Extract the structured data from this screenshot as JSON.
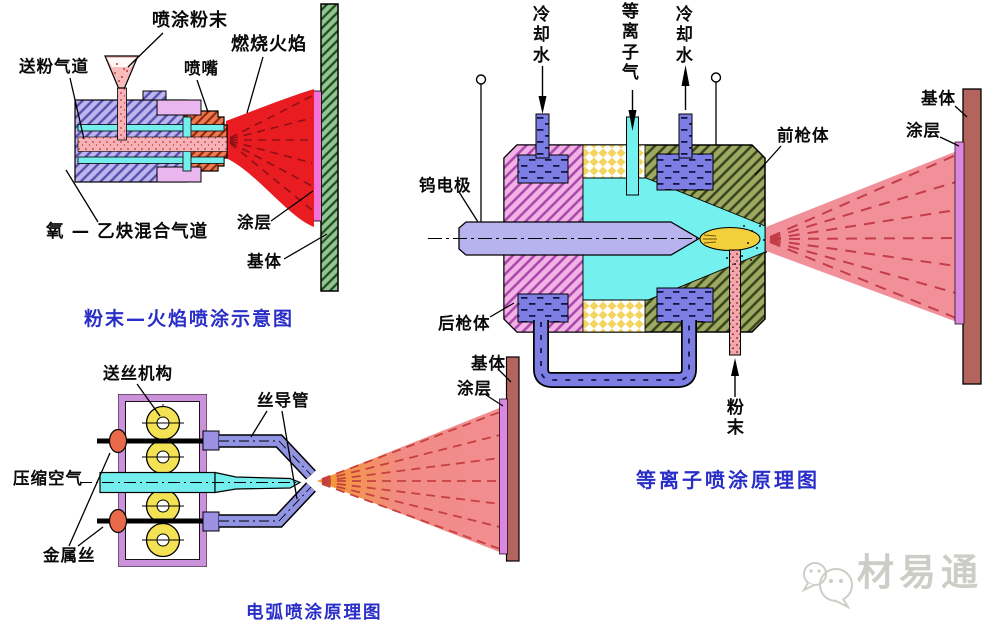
{
  "flame": {
    "title": "粉末—火焰喷涂示意图",
    "labels": {
      "powder": "喷涂粉末",
      "feed_channel": "送粉气道",
      "nozzle": "喷嘴",
      "flame": "燃烧火焰",
      "coating": "涂层",
      "substrate": "基体",
      "gas_channel": "氧 — 乙炔混合气道"
    }
  },
  "plasma": {
    "title": "等离子喷涂原理图",
    "labels": {
      "cooling_water_in": "冷却水",
      "plasma_gas": "等离子气",
      "cooling_water_out": "冷却水",
      "tungsten_electrode": "钨电极",
      "front_gun_body": "前枪体",
      "rear_gun_body": "后枪体",
      "substrate": "基体",
      "coating": "涂层",
      "powder": "粉末"
    }
  },
  "arc": {
    "title": "电弧喷涂原理图",
    "labels": {
      "wire_feeder": "送丝机构",
      "wire_guide": "丝导管",
      "compressed_air": "压缩空气",
      "metal_wire": "金属丝",
      "substrate": "基体",
      "coating": "涂层"
    }
  },
  "watermark": {
    "text": "材易通"
  },
  "colors": {
    "title_blue": "#2a2ec8",
    "flame_red": "#e91c22",
    "spray_pink": "#f2909a",
    "substrate_green": "#93c493",
    "substrate_brown": "#b3645c",
    "coating_magenta": "#db87df",
    "water_blue": "#7d7ee4",
    "chamber_cyan": "#74f1ee",
    "arc_yellow": "#f3cf3c",
    "watermark_gray": "#cdcdc7"
  }
}
